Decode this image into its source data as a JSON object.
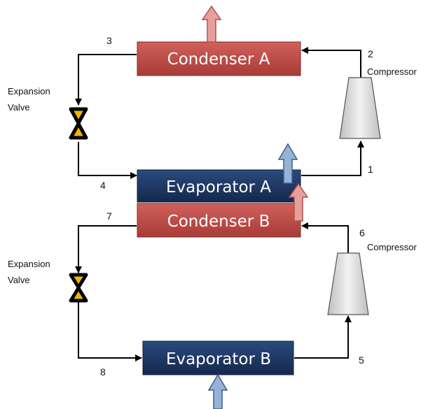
{
  "diagram": {
    "title": "",
    "colors": {
      "condenser": "#c0504d",
      "evaporator": "#1f3864",
      "heat_out_arrow": "#e6a09c",
      "heat_in_arrow": "#95b3d7",
      "valve": "#f0b400",
      "compressor": "#d9d9d9"
    },
    "stage_a": {
      "condenser_label": "Condenser A",
      "evaporator_label": "Evaporator A",
      "compressor_label": "Compressor",
      "valve_label_line1": "Expansion",
      "valve_label_line2": "Valve",
      "state_points": [
        "1",
        "2",
        "3",
        "4"
      ]
    },
    "stage_b": {
      "condenser_label": "Condenser B",
      "evaporator_label": "Evaporator B",
      "compressor_label": "Compressor",
      "valve_label_line1": "Expansion",
      "valve_label_line2": "Valve",
      "state_points": [
        "5",
        "6",
        "7",
        "8"
      ]
    }
  }
}
